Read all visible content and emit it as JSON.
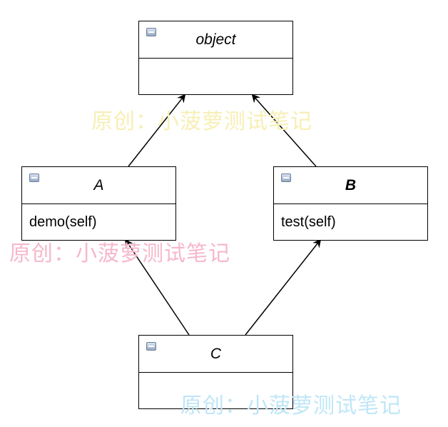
{
  "diagram": {
    "classes": {
      "object": {
        "name": "object",
        "members": ""
      },
      "a": {
        "name": "A",
        "members": "demo(self)"
      },
      "b": {
        "name": "B",
        "members": "test(self)"
      },
      "c": {
        "name": "C",
        "members": ""
      }
    },
    "watermark_text": "原创：小菠萝测试笔记",
    "colors": {
      "watermark_yellow": "#f7efb5",
      "watermark_pink": "#f6b8cb",
      "watermark_blue": "#bfe6f7",
      "icon": "#8fa3bf"
    }
  }
}
